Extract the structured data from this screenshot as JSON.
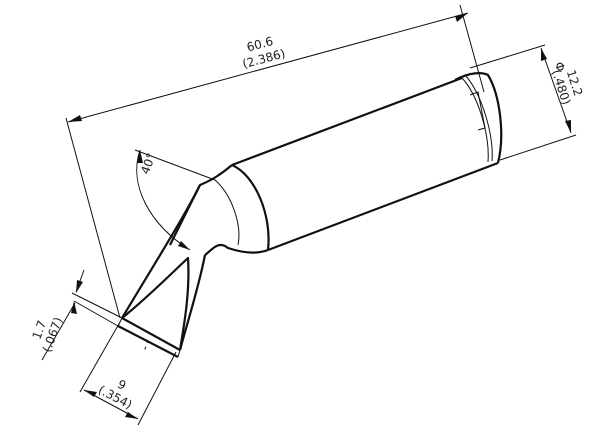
{
  "drawing": {
    "length_dimension": {
      "metric": "60.6",
      "imperial": "(2.386)"
    },
    "diameter_dimension": {
      "symbol": "Φ",
      "metric": "12.2",
      "imperial": "(.480)"
    },
    "angle_dimension": {
      "value": "40°"
    },
    "tip_thickness_dimension": {
      "metric": "1.7",
      "imperial": "(.067)"
    },
    "tip_width_dimension": {
      "metric": "9",
      "imperial": "(.354)"
    }
  }
}
